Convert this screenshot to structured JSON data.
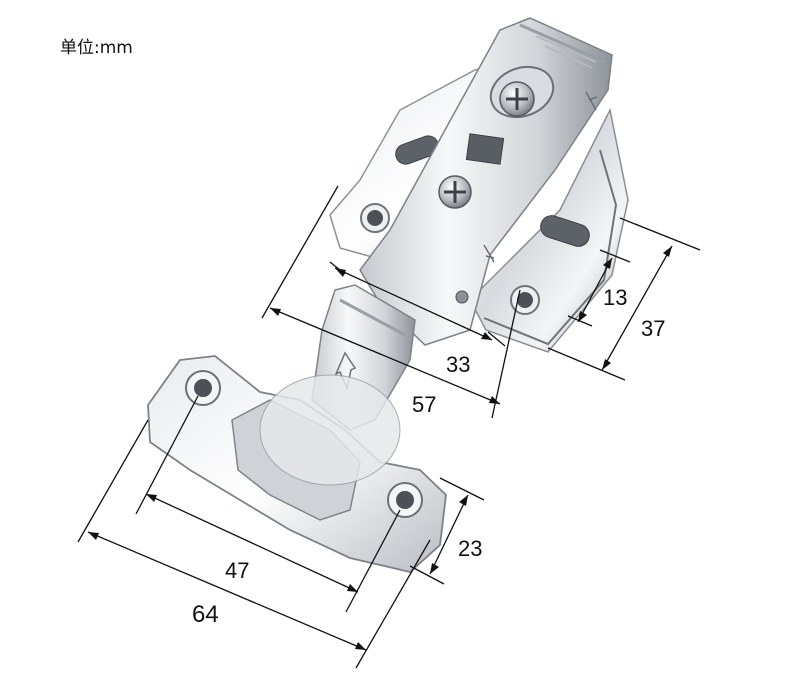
{
  "unit_label": "单位:mm",
  "dimensions": {
    "d13": "13",
    "d37": "37",
    "d33": "33",
    "d57": "57",
    "d23": "23",
    "d47": "47",
    "d64": "64"
  },
  "colors": {
    "metal_light": "#f2f3f5",
    "metal_mid": "#c9ccd1",
    "metal_dark": "#7a7f86",
    "line": "#111111"
  }
}
